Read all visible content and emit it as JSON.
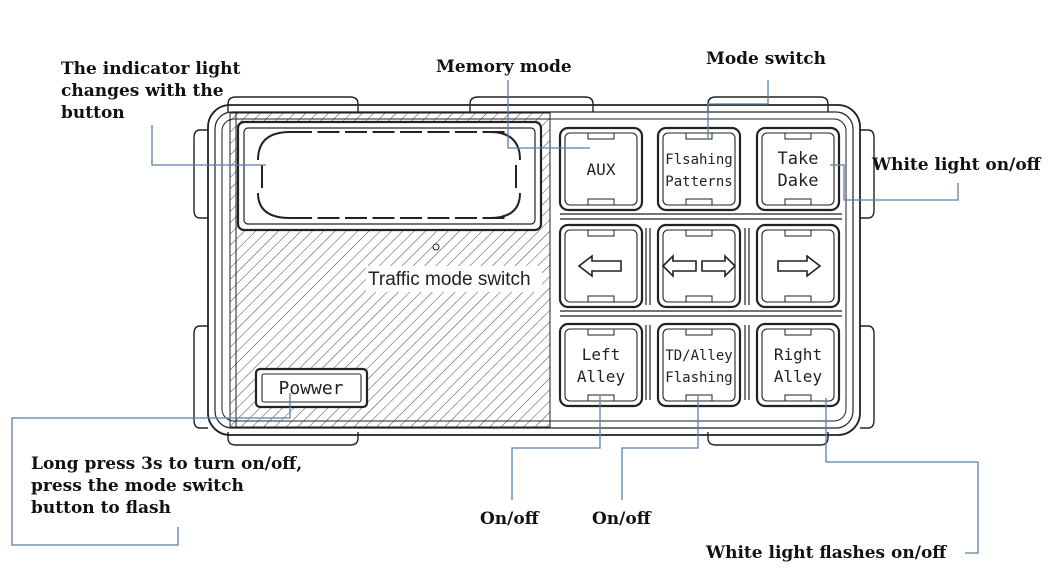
{
  "device": {
    "buttons": [
      {
        "id": "aux",
        "lines": [
          "AUX"
        ]
      },
      {
        "id": "flashing-patterns",
        "lines": [
          "Flsahing",
          "Patterns"
        ]
      },
      {
        "id": "take-down",
        "lines": [
          "Take",
          "Dake"
        ]
      },
      {
        "id": "left-arrow",
        "lines": []
      },
      {
        "id": "both-arrows",
        "lines": []
      },
      {
        "id": "right-arrow",
        "lines": []
      },
      {
        "id": "left-alley",
        "lines": [
          "Left",
          "Alley"
        ]
      },
      {
        "id": "td-alley-flashing",
        "lines": [
          "TD/Alley",
          "Flashing"
        ]
      },
      {
        "id": "right-alley",
        "lines": [
          "Right",
          "Alley"
        ]
      }
    ],
    "power_label": "Powwer",
    "traffic_label": "Traffic mode switch"
  },
  "callouts": {
    "indicator": "The indicator light\nchanges with the\nbutton",
    "memory": "Memory mode",
    "mode_switch": "Mode switch",
    "white_light": "White light on/off",
    "long_press": "Long press 3s to turn on/off,\npress the mode switch\nbutton to flash",
    "onoff_left": "On/off",
    "onoff_td": "On/off",
    "white_flash": "White light flashes on/off"
  },
  "colors": {
    "outline": "#222222",
    "leader_line": "#5b7fa8",
    "text": "#111111"
  }
}
